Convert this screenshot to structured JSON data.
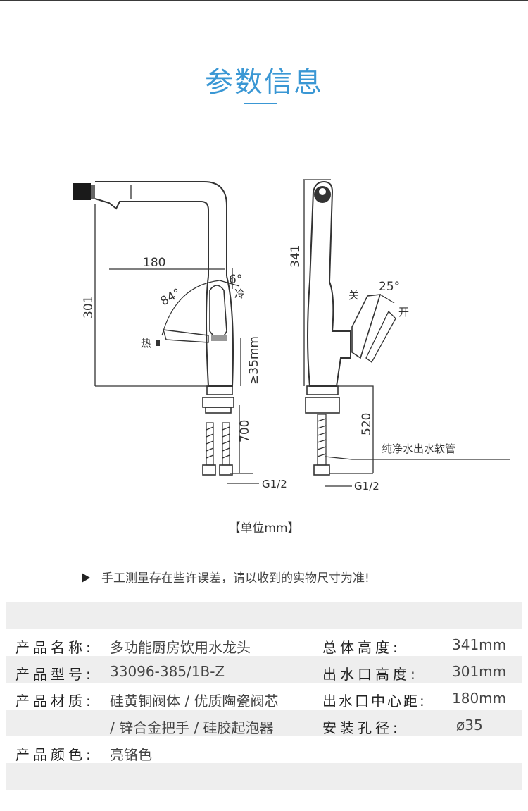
{
  "page": {
    "title": "参数信息",
    "unit_note": "【单位mm】",
    "disclaimer": "手工测量存在些许误差，请以收到的实物尺寸为准!"
  },
  "diagram": {
    "front": {
      "dim_spout_reach": "180",
      "dim_height": "301",
      "angle_handle_hot": "84°",
      "angle_handle_cold": "6°",
      "label_cold": "冷",
      "label_hot": "热",
      "dim_hole": "≥35mm",
      "dim_hose": "700",
      "thread": "G1/2"
    },
    "side": {
      "dim_total_height": "341",
      "angle_open": "25°",
      "label_close": "关",
      "label_open": "开",
      "dim_hose": "520",
      "hose_label": "纯净水出水软管",
      "thread": "G1/2"
    }
  },
  "specs": {
    "name_key": "产品名称:",
    "name_val": "多功能厨房饮用水龙头",
    "model_key": "产品型号:",
    "model_val": "33096-385/1B-Z",
    "material_key": "产品材质:",
    "material_val_1": "硅黄铜阀体 / 优质陶瓷阀芯",
    "material_val_2": "/ 锌合金把手 / 硅胶起泡器",
    "color_key": "产品颜色:",
    "color_val": "亮铬色",
    "total_height_key": "总体高度:",
    "total_height_val": "341mm",
    "outlet_height_key": "出水口高度:",
    "outlet_height_val": "301mm",
    "outlet_center_key": "出水口中心距:",
    "outlet_center_val": "180mm",
    "hole_key": "安装孔径:",
    "hole_val": "ø35"
  },
  "colors": {
    "accent": "#3a97d4",
    "band": "#eeeeee"
  }
}
